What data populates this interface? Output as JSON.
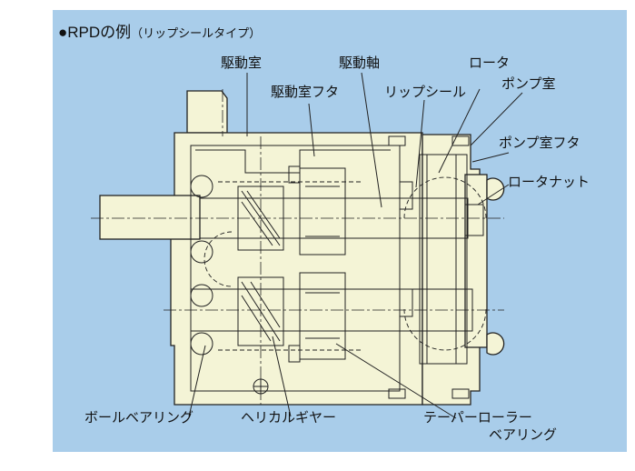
{
  "title": {
    "main": "●RPDの例",
    "sub": "（リップシールタイプ）"
  },
  "labels": {
    "drive_chamber": "駆動室",
    "drive_shaft": "駆動軸",
    "rotor": "ロータ",
    "drive_chamber_cover": "駆動室フタ",
    "lip_seal": "リップシール",
    "pump_chamber": "ポンプ室",
    "pump_chamber_cover": "ポンプ室フタ",
    "rotor_nut": "ロータナット",
    "ball_bearing": "ボールベアリング",
    "helical_gear": "ヘリカルギヤー",
    "taper_roller_bearing_1": "テーパーローラー",
    "taper_roller_bearing_2": "ベアリング"
  },
  "colors": {
    "panel": "#a9cdea",
    "body_fill": "#f4f4d6",
    "line": "#222222"
  }
}
